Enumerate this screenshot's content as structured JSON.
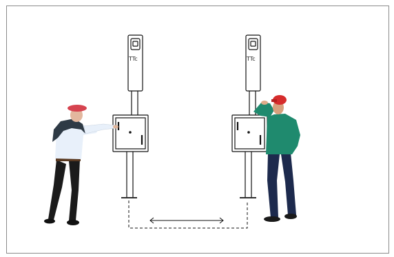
{
  "scene": {
    "left_stop": {
      "label": "TTc"
    },
    "right_stop": {
      "label": "TTc"
    },
    "people": [
      {
        "name": "older-man-left",
        "cap_color": "#d6434f",
        "shirt_color": "#e8f0fa",
        "sweater_color": "#2e3a45",
        "pants_color": "#1b1b1b"
      },
      {
        "name": "younger-man-right",
        "cap_color": "#d62c2c",
        "shirt_color": "#1f8a6e",
        "pants_color": "#1d2a4d"
      }
    ],
    "colors": {
      "line": "#111111",
      "background": "#ffffff",
      "frame": "#8a8a8a"
    }
  }
}
